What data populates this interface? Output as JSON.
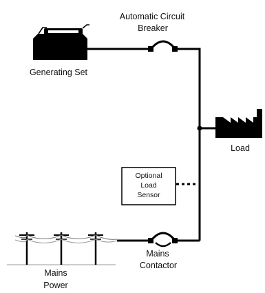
{
  "labels": {
    "breaker_line1": "Automatic Circuit",
    "breaker_line2": "Breaker",
    "generating_set": "Generating Set",
    "load": "Load",
    "sensor_line1": "Optional",
    "sensor_line2": "Load",
    "sensor_line3": "Sensor",
    "contactor_line1": "Mains",
    "contactor_line2": "Contactor",
    "mains_line1": "Mains",
    "mains_line2": "Power"
  },
  "icons": {
    "generator": "generator-icon",
    "breaker": "circuit-breaker-icon",
    "load": "factory-icon",
    "contactor": "contactor-icon",
    "pylons": "power-line-icon"
  },
  "colors": {
    "line": "#000000",
    "text": "#111111",
    "background": "#ffffff"
  }
}
